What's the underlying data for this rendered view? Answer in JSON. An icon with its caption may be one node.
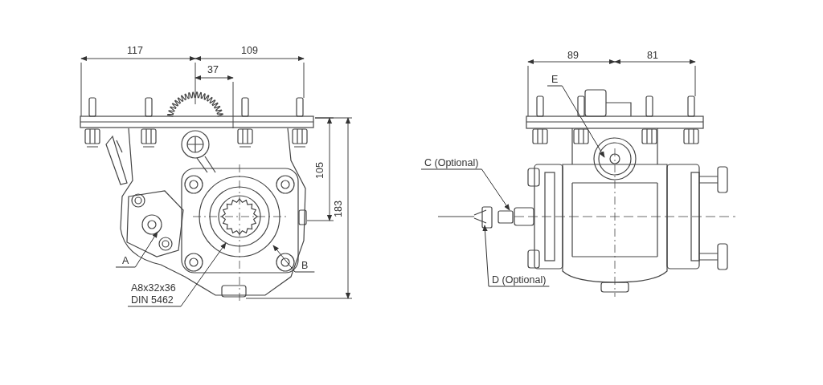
{
  "diagram": {
    "nodes": [
      {
        "text": [
          "A"
        ]
      },
      {
        "text": [
          "A8x32x36 DIN 5462"
        ]
      },
      {
        "text": [
          "B"
        ]
      },
      {
        "text": [
          "E"
        ]
      },
      {
        "text": [
          "C (Optional)"
        ]
      },
      {
        "text": [
          "D (Optional)"
        ]
      }
    ],
    "edges": [
      {
        "from": 0,
        "to": null,
        "arrow": "to"
      },
      {
        "from": 1,
        "to": null,
        "arrow": "to"
      },
      {
        "from": 2,
        "to": null,
        "arrow": "to"
      },
      {
        "from": 3,
        "to": null,
        "arrow": "to"
      },
      {
        "from": 4,
        "to": null,
        "arrow": "to"
      },
      {
        "from": 5,
        "to": null,
        "arrow": "to"
      }
    ],
    "labels": [
      "117",
      "109",
      "37",
      "105",
      "183",
      "89",
      "81"
    ]
  }
}
